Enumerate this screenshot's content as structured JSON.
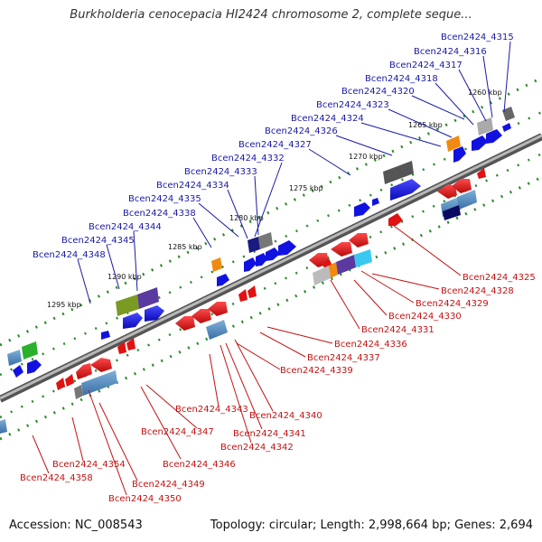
{
  "title": "Burkholderia cenocepacia HI2424 chromosome 2, complete seque...",
  "accession": "Accession: NC_008543",
  "stats": "Topology: circular; Length: 2,998,664 bp; Genes: 2,694",
  "colors": {
    "forward_gene": "#1212e0",
    "reverse_gene": "#e01212",
    "backbone": "#8a8a8a",
    "label_blue": "#1a1aa8",
    "label_red": "#c41212",
    "dots": "#2a8a2a"
  },
  "ticks": [
    "1260 kbp",
    "1265 kbp",
    "1270 kbp",
    "1275 kbp",
    "1280 kbp",
    "1285 kbp",
    "1290 kbp",
    "1295 kbp"
  ],
  "top_labels": [
    "Bcen2424_4315",
    "Bcen2424_4316",
    "Bcen2424_4317",
    "Bcen2424_4318",
    "Bcen2424_4320",
    "Bcen2424_4323",
    "Bcen2424_4324",
    "Bcen2424_4326",
    "Bcen2424_4327",
    "Bcen2424_4332",
    "Bcen2424_4333",
    "Bcen2424_4334",
    "Bcen2424_4335",
    "Bcen2424_4338",
    "Bcen2424_4344",
    "Bcen2424_4345",
    "Bcen2424_4348"
  ],
  "bottom_labels": [
    "Bcen2424_4325",
    "Bcen2424_4328",
    "Bcen2424_4329",
    "Bcen2424_4330",
    "Bcen2424_4331",
    "Bcen2424_4336",
    "Bcen2424_4337",
    "Bcen2424_4339",
    "Bcen2424_4340",
    "Bcen2424_4341",
    "Bcen2424_4342",
    "Bcen2424_4343",
    "Bcen2424_4347",
    "Bcen2424_4346",
    "Bcen2424_4349",
    "Bcen2424_4350",
    "Bcen2424_4354",
    "Bcen2424_4358"
  ]
}
